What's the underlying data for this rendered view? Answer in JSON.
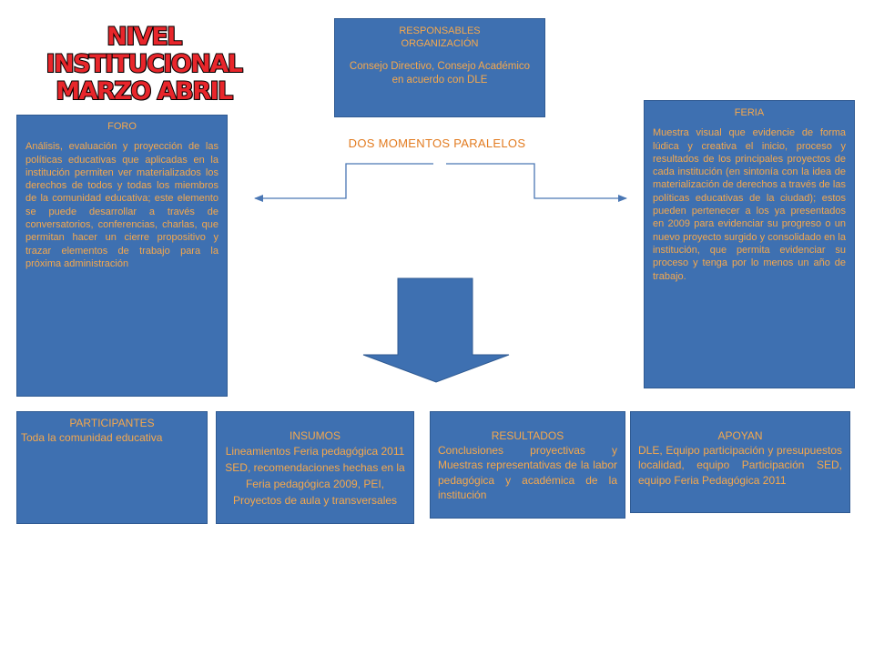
{
  "title": {
    "line1": "NIVEL INSTITUCIONAL",
    "line2": "MARZO ABRIL"
  },
  "responsables": {
    "heading_line1": "RESPONSABLES",
    "heading_line2": "ORGANIZACIÓN",
    "body": "Consejo Directivo, Consejo Académico en acuerdo con DLE"
  },
  "moments_label": "DOS MOMENTOS PARALELOS",
  "foro": {
    "heading": "FORO",
    "body": "Análisis, evaluación y proyección de las políticas educativas que aplicadas en la institución permiten ver materializados los derechos de todos y todas los miembros de la comunidad educativa; este elemento se puede desarrollar a través de conversatorios, conferencias, charlas, que permitan hacer un cierre propositivo y trazar elementos de trabajo para la próxima administración"
  },
  "feria": {
    "heading": "FERIA",
    "body": "Muestra visual que evidencie de forma lúdica y creativa el inicio, proceso y resultados de los principales proyectos de cada institución (en sintonía con la idea de materialización de derechos a través de las políticas educativas de la ciudad); estos pueden pertenecer a los ya presentados en 2009 para evidenciar su progreso o un nuevo proyecto surgido y consolidado en la institución, que permita evidenciar su proceso y tenga por lo menos un año de trabajo."
  },
  "participantes": {
    "heading": "PARTICIPANTES",
    "body": "Toda la comunidad educativa"
  },
  "insumos": {
    "heading": "INSUMOS",
    "body": "Lineamientos Feria pedagógica 2011 SED, recomendaciones hechas en la Feria pedagógica 2009, PEI, Proyectos de aula y transversales"
  },
  "resultados": {
    "heading": "RESULTADOS",
    "body": "Conclusiones proyectivas y Muestras representativas de la labor pedagógica y académica de la institución"
  },
  "apoyan": {
    "heading": "APOYAN",
    "body": "DLE, Equipo participación y presupuestos localidad, equipo Participación SED, equipo Feria Pedagógica 2011"
  },
  "colors": {
    "box_fill": "#3e70b1",
    "box_text": "#f6a84c",
    "title_red": "#e8262b",
    "moments_orange": "#e27b20",
    "connector_blue": "#4a77b4"
  }
}
